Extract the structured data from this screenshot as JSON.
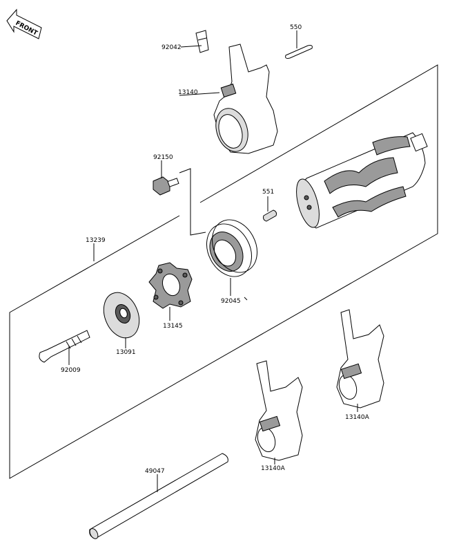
{
  "orientation": "FRONT",
  "callouts": {
    "p92042": "92042",
    "p550": "550",
    "p13140": "13140",
    "p92150": "92150",
    "p551": "551",
    "p13239": "13239",
    "p92045": "92045",
    "p13145": "13145",
    "p13091": "13091",
    "p92009": "92009",
    "p13140A_right": "13140A",
    "p13140A_left": "13140A",
    "p49047": "49047"
  }
}
